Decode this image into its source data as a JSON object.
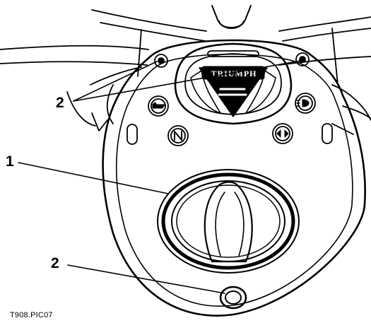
{
  "callouts": [
    {
      "id": "top",
      "label": "2"
    },
    {
      "id": "middle",
      "label": "1"
    },
    {
      "id": "bottom",
      "label": "2"
    }
  ],
  "badge_text": "TRIUMPH",
  "figure_reference": "T908.PIC07",
  "indicator_icons": [
    "oil-can-icon",
    "neutral-icon",
    "turn-signal-icon",
    "headlight-icon"
  ],
  "line_color": "#000000"
}
